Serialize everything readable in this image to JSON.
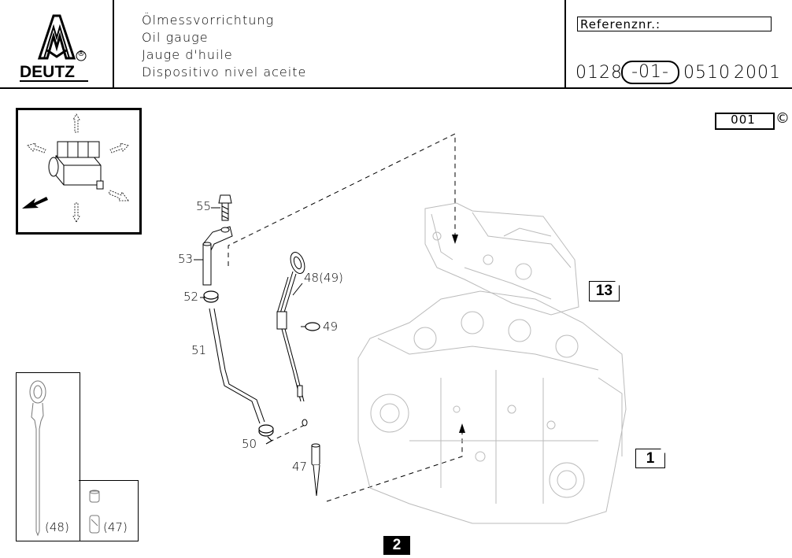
{
  "header": {
    "brand": "DEUTZ",
    "registered_mark": "®",
    "titles": [
      "Ölmessvorrichtung",
      "Oil gauge",
      "Jauge d'huile",
      "Dispositivo nivel aceite"
    ],
    "reference_label": "Referenznr.:",
    "reference_number": {
      "part1": "0128",
      "part2": "-01-",
      "part3": "0510",
      "part4": "2001"
    }
  },
  "page_code": "001",
  "copyright": "©",
  "callouts": {
    "c55": "55",
    "c53": "53",
    "c52": "52",
    "c51": "51",
    "c48_49": "48(49)",
    "c49": "49",
    "c50": "50",
    "c47": "47"
  },
  "ref_boxes": {
    "group13": "13",
    "group1": "1",
    "group2": "2"
  },
  "variants": {
    "v48": "(48)",
    "v47": "(47)"
  }
}
